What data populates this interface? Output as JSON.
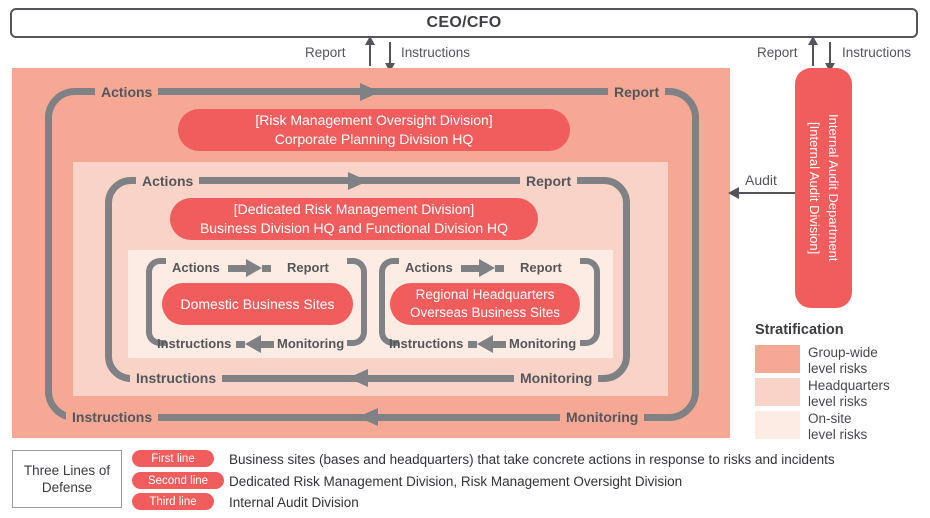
{
  "colors": {
    "red": "#f15d5d",
    "group_pink": "#f5a894",
    "hq_pink": "#f9d3c7",
    "site_pink": "#fdece4",
    "line_gray": "#7f8184",
    "label_gray": "#55565a"
  },
  "ceo_box": {
    "label": "CEO/CFO"
  },
  "flow_left": {
    "report": "Report",
    "instructions": "Instructions"
  },
  "flow_right": {
    "report": "Report",
    "instructions": "Instructions"
  },
  "internal_audit": {
    "title": "[Internal Audit Division]",
    "name": "Internal Audit Department",
    "audit_label": "Audit"
  },
  "group_level": {
    "loop": {
      "actions": "Actions",
      "report": "Report",
      "instructions": "Instructions",
      "monitoring": "Monitoring"
    },
    "division_line1": "[Risk Management Oversight Division]",
    "division_line2": "Corporate Planning Division HQ"
  },
  "hq_level": {
    "loop": {
      "actions": "Actions",
      "report": "Report",
      "instructions": "Instructions",
      "monitoring": "Monitoring"
    },
    "division_line1": "[Dedicated Risk Management Division]",
    "division_line2": "Business Division HQ and Functional Division HQ"
  },
  "site_level": {
    "domestic": {
      "loop": {
        "actions": "Actions",
        "report": "Report",
        "instructions": "Instructions",
        "monitoring": "Monitoring"
      },
      "name": "Domestic Business Sites"
    },
    "overseas": {
      "loop": {
        "actions": "Actions",
        "report": "Report",
        "instructions": "Instructions",
        "monitoring": "Monitoring"
      },
      "name_line1": "Regional Headquarters",
      "name_line2": "Overseas Business Sites"
    }
  },
  "stratification": {
    "title": "Stratification",
    "items": [
      {
        "line1": "Group-wide",
        "line2": "level risks",
        "color": "#f5a894"
      },
      {
        "line1": "Headquarters",
        "line2": "level risks",
        "color": "#f9d3c7"
      },
      {
        "line1": "On-site",
        "line2": "level risks",
        "color": "#fdece4"
      }
    ]
  },
  "three_lines": {
    "box_line1": "Three Lines of",
    "box_line2": "Defense",
    "rows": [
      {
        "badge": "First line",
        "text": "Business sites (bases and headquarters) that take concrete actions in response to risks and incidents"
      },
      {
        "badge": "Second line",
        "text": "Dedicated Risk Management Division, Risk Management Oversight Division"
      },
      {
        "badge": "Third line",
        "text": "Internal Audit Division"
      }
    ]
  }
}
